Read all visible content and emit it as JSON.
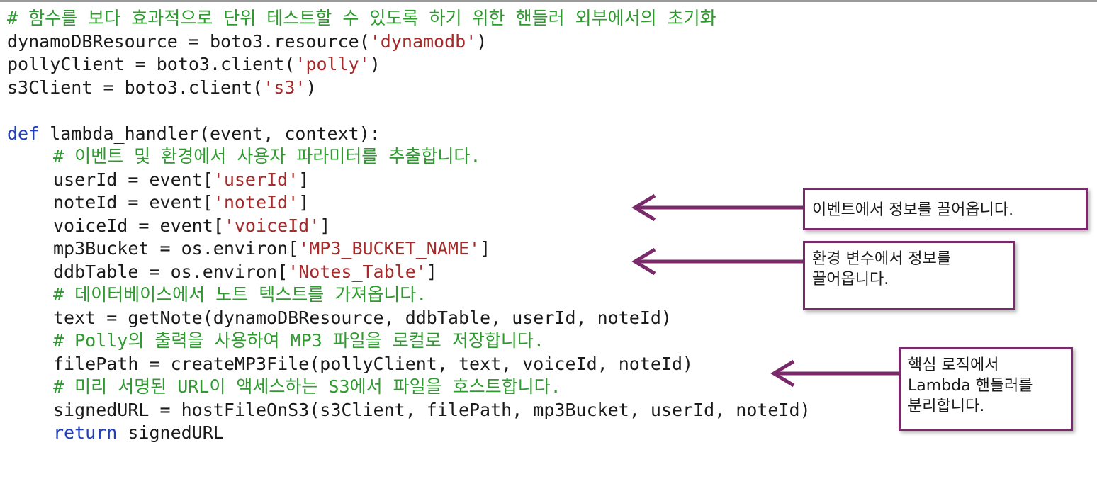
{
  "code": {
    "lines": [
      {
        "indent": false,
        "tokens": [
          {
            "t": "# 함수를 보다 효과적으로 단위 테스트할 수 있도록 하기 위한 핸들러 외부에서의 초기화",
            "k": "cm"
          }
        ]
      },
      {
        "indent": false,
        "tokens": [
          {
            "t": "dynamoDBResource = boto3.resource(",
            "k": "tx"
          },
          {
            "t": "'dynamodb'",
            "k": "st"
          },
          {
            "t": ")",
            "k": "tx"
          }
        ]
      },
      {
        "indent": false,
        "tokens": [
          {
            "t": "pollyClient = boto3.client(",
            "k": "tx"
          },
          {
            "t": "'polly'",
            "k": "st"
          },
          {
            "t": ")",
            "k": "tx"
          }
        ]
      },
      {
        "indent": false,
        "tokens": [
          {
            "t": "s3Client = boto3.client(",
            "k": "tx"
          },
          {
            "t": "'s3'",
            "k": "st"
          },
          {
            "t": ")",
            "k": "tx"
          }
        ]
      },
      {
        "indent": false,
        "tokens": []
      },
      {
        "indent": false,
        "tokens": [
          {
            "t": "def",
            "k": "kw"
          },
          {
            "t": " lambda_handler(event, context):",
            "k": "tx"
          }
        ]
      },
      {
        "indent": true,
        "tokens": [
          {
            "t": "# 이벤트 및 환경에서 사용자 파라미터를 추출합니다.",
            "k": "cm"
          }
        ]
      },
      {
        "indent": true,
        "tokens": [
          {
            "t": "userId = event[",
            "k": "tx"
          },
          {
            "t": "'userId'",
            "k": "st"
          },
          {
            "t": "]",
            "k": "tx"
          }
        ]
      },
      {
        "indent": true,
        "tokens": [
          {
            "t": "noteId = event[",
            "k": "tx"
          },
          {
            "t": "'noteId'",
            "k": "st"
          },
          {
            "t": "]",
            "k": "tx"
          }
        ]
      },
      {
        "indent": true,
        "tokens": [
          {
            "t": "voiceId = event[",
            "k": "tx"
          },
          {
            "t": "'voiceId'",
            "k": "st"
          },
          {
            "t": "]",
            "k": "tx"
          }
        ]
      },
      {
        "indent": true,
        "tokens": [
          {
            "t": "mp3Bucket = os.environ[",
            "k": "tx"
          },
          {
            "t": "'MP3_BUCKET_NAME'",
            "k": "st"
          },
          {
            "t": "]",
            "k": "tx"
          }
        ]
      },
      {
        "indent": true,
        "tokens": [
          {
            "t": "ddbTable = os.environ[",
            "k": "tx"
          },
          {
            "t": "'Notes_Table'",
            "k": "st"
          },
          {
            "t": "]",
            "k": "tx"
          }
        ]
      },
      {
        "indent": true,
        "tokens": [
          {
            "t": "# 데이터베이스에서 노트 텍스트를 가져옵니다.",
            "k": "cm"
          }
        ]
      },
      {
        "indent": true,
        "tokens": [
          {
            "t": "text = getNote(dynamoDBResource, ddbTable, userId, noteId)",
            "k": "tx"
          }
        ]
      },
      {
        "indent": true,
        "tokens": [
          {
            "t": "# Polly의 출력을 사용하여 MP3 파일을 로컬로 저장합니다.",
            "k": "cm"
          }
        ]
      },
      {
        "indent": true,
        "tokens": [
          {
            "t": "filePath = createMP3File(pollyClient, text, voiceId, noteId)",
            "k": "tx"
          }
        ]
      },
      {
        "indent": true,
        "tokens": [
          {
            "t": "# 미리 서명된 URL이 액세스하는 S3에서 파일을 호스트합니다.",
            "k": "cm"
          }
        ]
      },
      {
        "indent": true,
        "tokens": [
          {
            "t": "signedURL = hostFileOnS3(s3Client, filePath, mp3Bucket, userId, noteId)",
            "k": "tx"
          }
        ]
      },
      {
        "indent": true,
        "tokens": [
          {
            "t": "return",
            "k": "kw"
          },
          {
            "t": " signedURL",
            "k": "tx"
          }
        ]
      }
    ]
  },
  "callouts": {
    "event_info": "이벤트에서 정보를 끌어옵니다.",
    "env_info": "환경 변수에서 정보를\n끌어옵니다.",
    "separate_logic": "핵심 로직에서\nLambda 핸들러를\n분리합니다."
  },
  "colors": {
    "comment": "#2f9a2f",
    "string": "#a52a2a",
    "keyword": "#1f3fc0",
    "text": "#1a1a1a",
    "callout_border": "#7a2a6a",
    "arrow": "#7a2a6a"
  }
}
